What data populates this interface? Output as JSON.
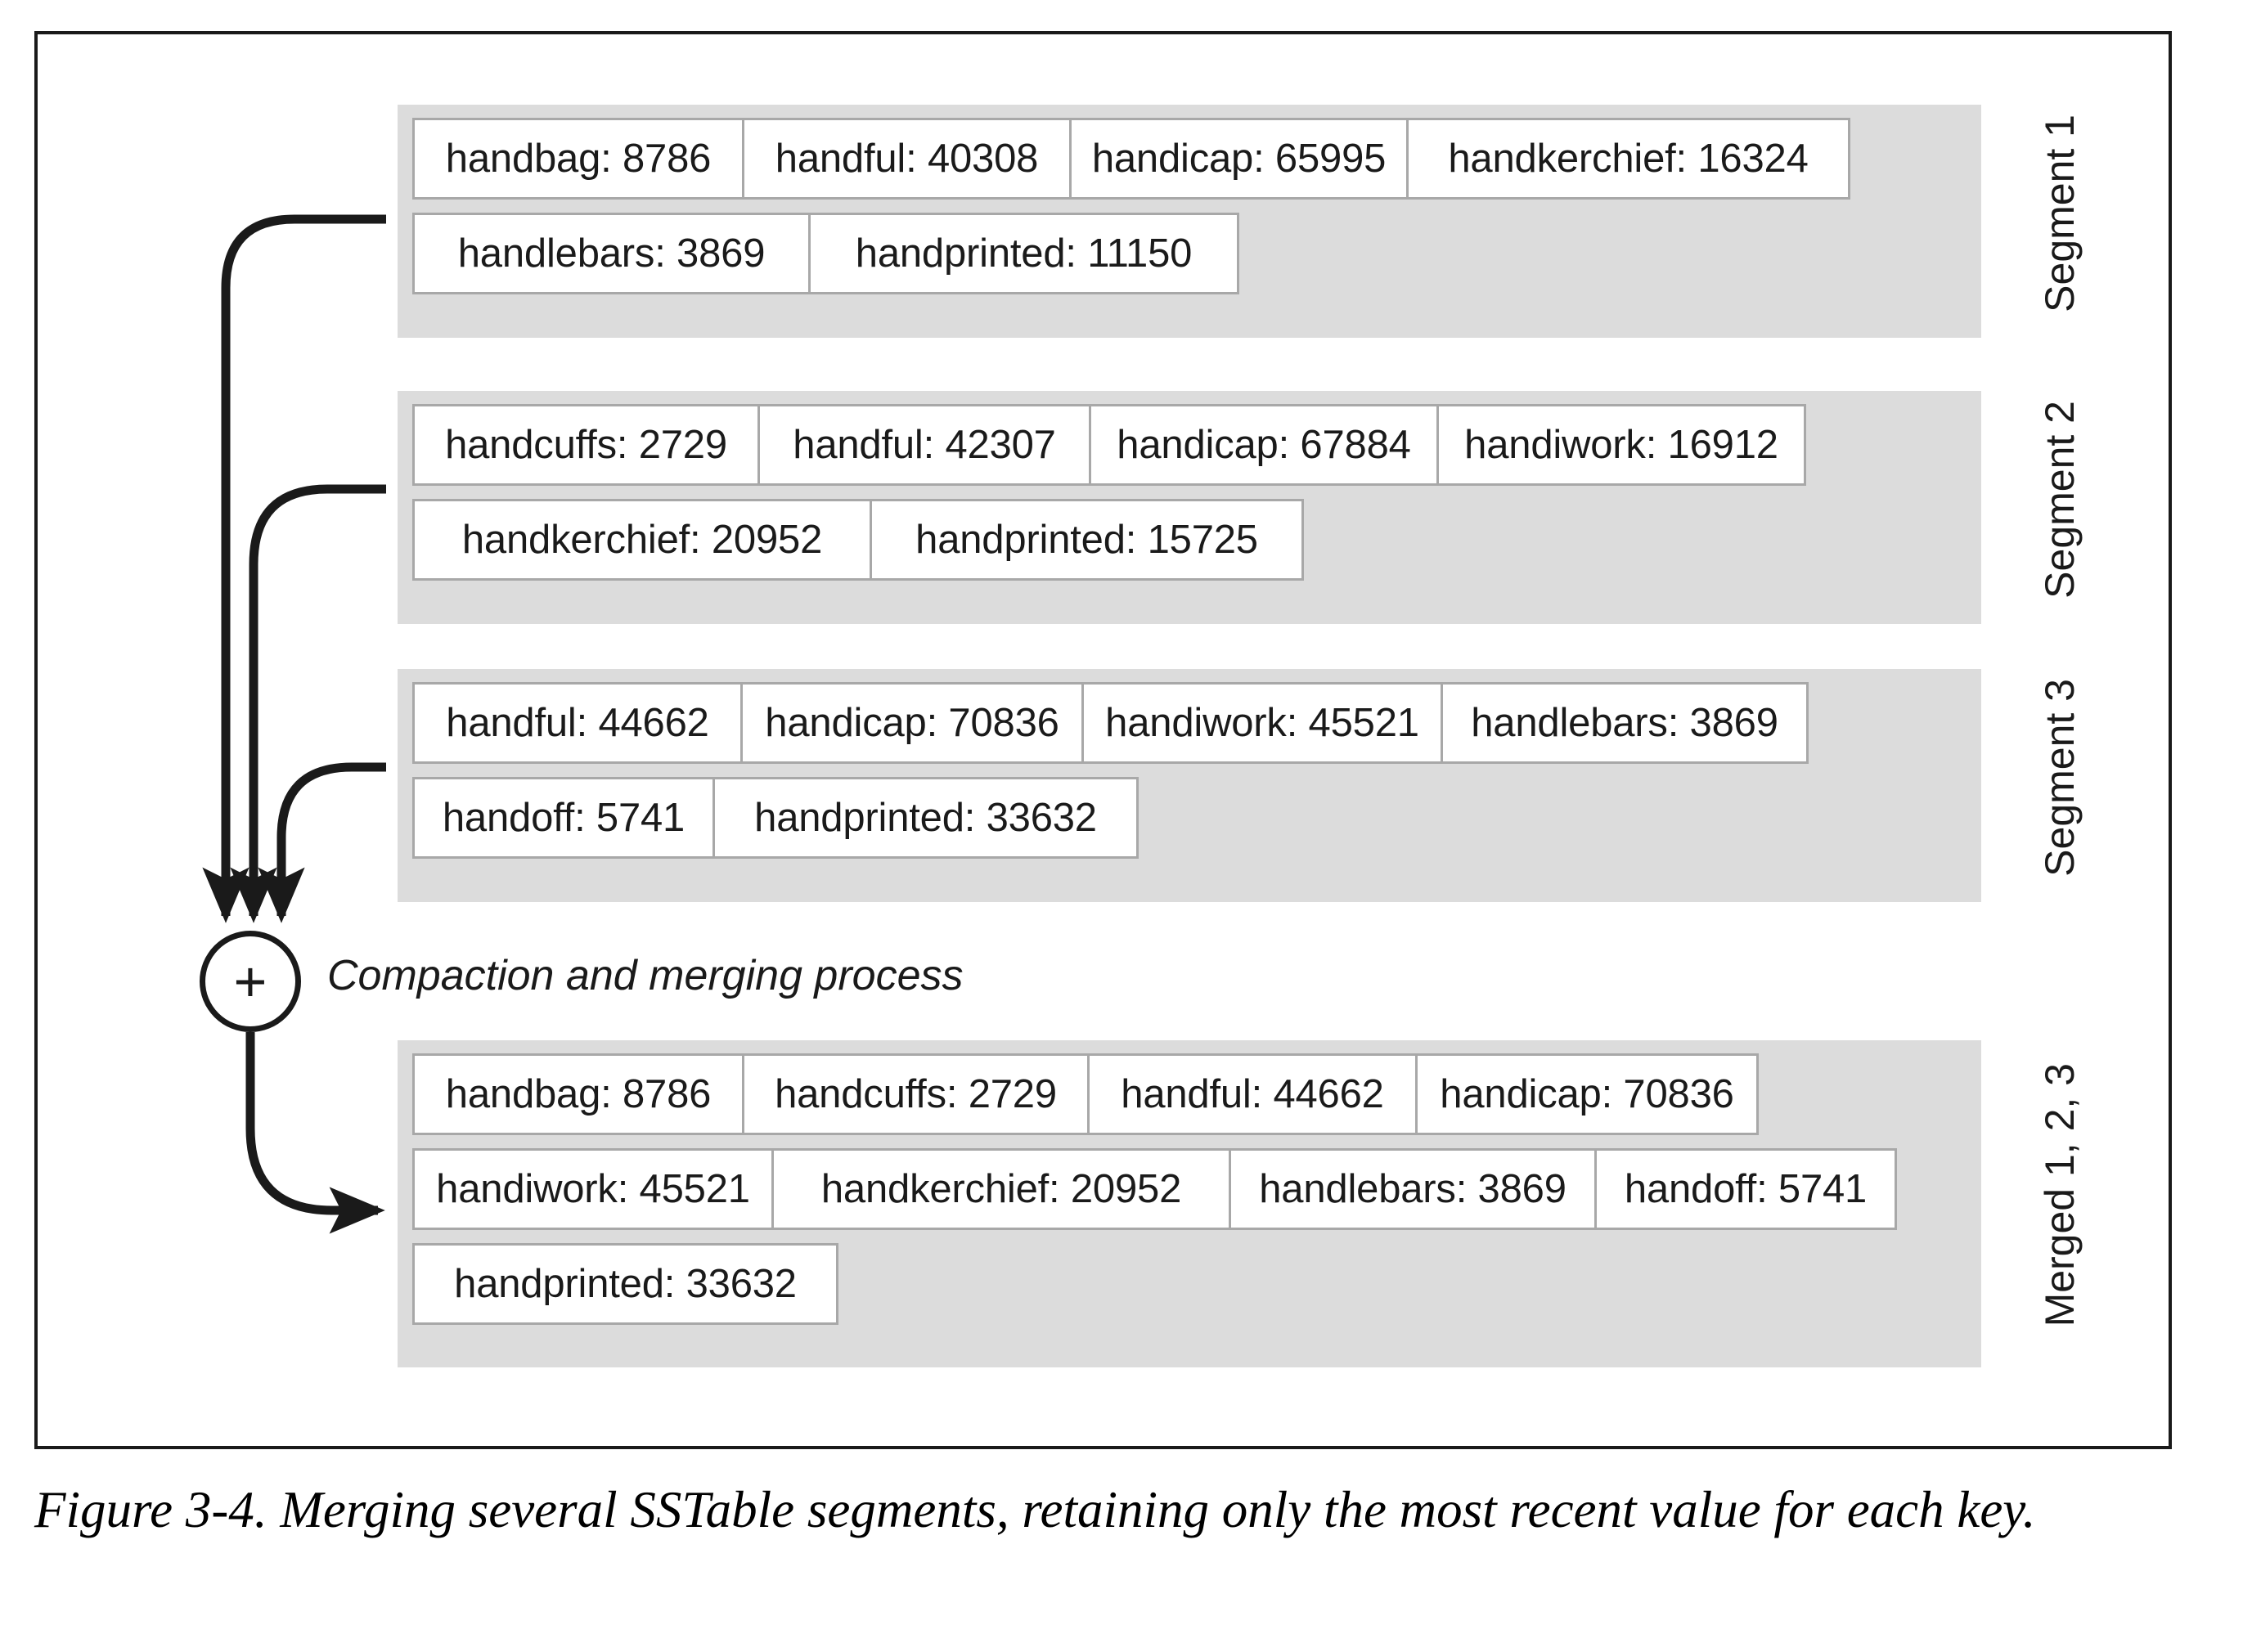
{
  "figure": {
    "caption": "Figure 3-4. Merging several SSTable segments, retaining only the most recent value for each key.",
    "process_label": "Compaction and merging process",
    "merge_node_glyph": "+",
    "colors": {
      "panel_background": "#dcdcdc",
      "cell_background": "#ffffff",
      "cell_border": "#a8a8a8",
      "frame_border": "#1a1a1a",
      "text": "#1a1a1a",
      "arrow": "#1a1a1a"
    }
  },
  "segments": [
    {
      "label": "Segment 1",
      "rows": [
        [
          "handbag: 8786",
          "handful: 40308",
          "handicap: 65995",
          "handkerchief: 16324"
        ],
        [
          "handlebars: 3869",
          "handprinted: 11150"
        ]
      ]
    },
    {
      "label": "Segment 2",
      "rows": [
        [
          "handcuffs: 2729",
          "handful: 42307",
          "handicap: 67884",
          "handiwork: 16912"
        ],
        [
          "handkerchief: 20952",
          "handprinted: 15725"
        ]
      ]
    },
    {
      "label": "Segment 3",
      "rows": [
        [
          "handful: 44662",
          "handicap: 70836",
          "handiwork: 45521",
          "handlebars: 3869"
        ],
        [
          "handoff: 5741",
          "handprinted: 33632"
        ]
      ]
    }
  ],
  "merged": {
    "label": "Merged 1, 2, 3",
    "rows": [
      [
        "handbag: 8786",
        "handcuffs: 2729",
        "handful: 44662",
        "handicap: 70836"
      ],
      [
        "handiwork: 45521",
        "handkerchief: 20952",
        "handlebars: 3869",
        "handoff: 5741"
      ],
      [
        "handprinted: 33632"
      ]
    ]
  }
}
